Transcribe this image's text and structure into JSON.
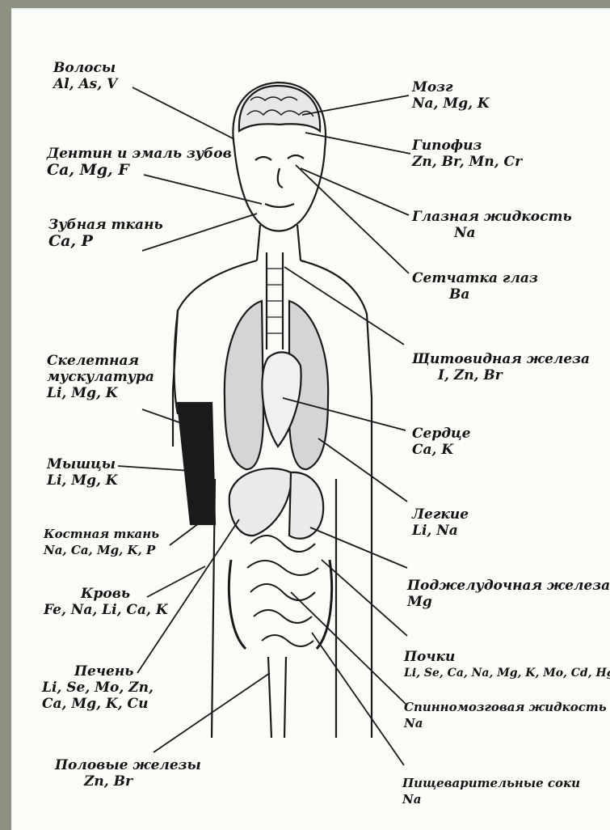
{
  "labels": {
    "hair": {
      "organ": "Волосы",
      "elements": "Al, As, V"
    },
    "teeth_enamel": {
      "organ": "Дентин и эмаль зубов",
      "elements": "Ca, Mg, F"
    },
    "tooth_tissue": {
      "organ": "Зубная ткань",
      "elements": "Ca, P"
    },
    "skeletal_muscle": {
      "organ1": "Скелетная",
      "organ2": "мускулатура",
      "elements": "Li, Mg, K"
    },
    "muscles": {
      "organ": "Мышцы",
      "elements": "Li, Mg, K"
    },
    "bone": {
      "organ": "Костная ткань",
      "elements": "Na, Ca, Mg, K, P"
    },
    "blood": {
      "organ": "Кровь",
      "elements": "Fe, Na, Li, Ca, K"
    },
    "liver": {
      "organ": "Печень",
      "elements1": "Li, Se, Mo, Zn,",
      "elements2": "Ca, Mg, K, Cu"
    },
    "gonads": {
      "organ": "Половые железы",
      "elements": "Zn, Br"
    },
    "brain": {
      "organ": "Мозг",
      "elements": "Na, Mg, K"
    },
    "pituitary": {
      "organ": "Гипофиз",
      "elements": "Zn, Br, Mn, Cr"
    },
    "eye_fluid": {
      "organ": "Глазная жидкость",
      "elements": "Na"
    },
    "retina": {
      "organ": "Сетчатка глаз",
      "elements": "Ba"
    },
    "thyroid": {
      "organ": "Щитовидная железа",
      "elements": "I, Zn, Br"
    },
    "heart": {
      "organ": "Сердце",
      "elements": "Ca, K"
    },
    "lungs": {
      "organ": "Легкие",
      "elements": "Li, Na"
    },
    "pancreas": {
      "organ": "Поджелудочная железа",
      "elements": "Mg"
    },
    "kidneys": {
      "organ": "Почки",
      "elements": "Li, Se, Ca, Na, Mg, K, Mo, Cd, Hg"
    },
    "csf": {
      "organ": "Спинномозговая жидкость",
      "elements": "Na"
    },
    "digestive_juices": {
      "organ": "Пищеварительные соки",
      "elements": "Na"
    }
  },
  "colors": {
    "background_border": "#8c9181",
    "paper": "#fafcf8",
    "ink": "#141414"
  }
}
